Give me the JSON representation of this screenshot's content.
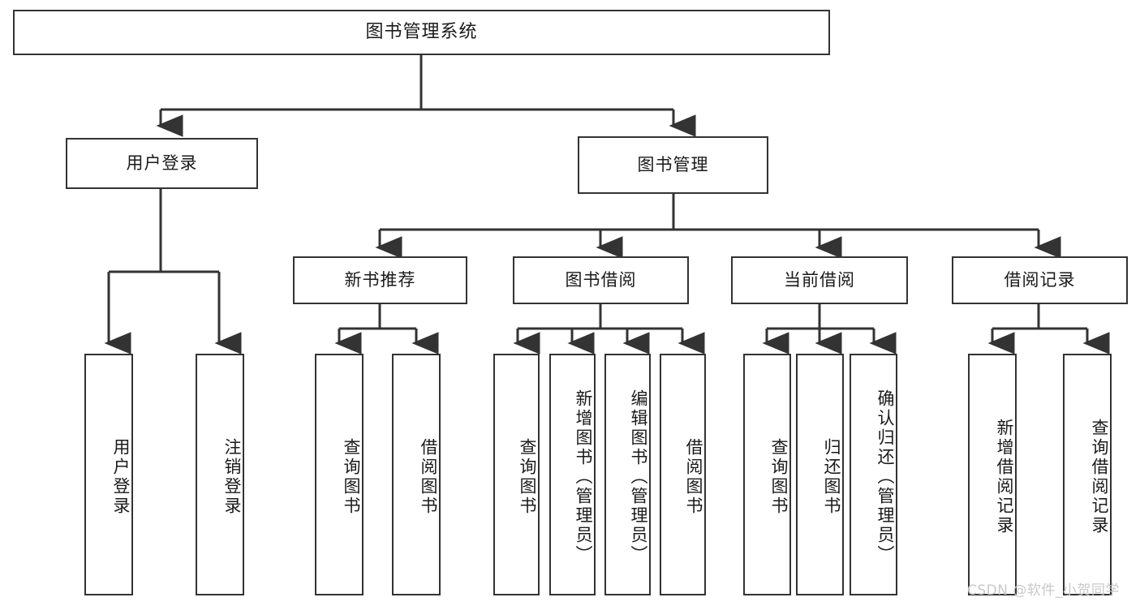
{
  "diagram": {
    "title": "图书管理系统",
    "watermark": "CSDN @软件_小贺同学",
    "colors": {
      "background": "#ffffff",
      "stroke": "#333333",
      "node_fill": "#ffffff",
      "text": "#1a1a1a",
      "watermark": "#c9c9c9"
    }
  },
  "nodes": {
    "root": {
      "label": "图书管理系统"
    },
    "level1": [
      {
        "label": "用户登录"
      },
      {
        "label": "图书管理"
      }
    ],
    "level2": [
      {
        "label": "新书推荐"
      },
      {
        "label": "图书借阅"
      },
      {
        "label": "当前借阅"
      },
      {
        "label": "借阅记录"
      }
    ],
    "leaves": {
      "user_login": [
        {
          "label": "用户登录"
        },
        {
          "label": "注销登录"
        }
      ],
      "new_book_recommend": [
        {
          "label": "查询图书"
        },
        {
          "label": "借阅图书"
        }
      ],
      "book_borrow": [
        {
          "label": "查询图书"
        },
        {
          "label": "新增图书（管理员）"
        },
        {
          "label": "编辑图书（管理员）"
        },
        {
          "label": "借阅图书"
        }
      ],
      "current_borrow": [
        {
          "label": "查询图书"
        },
        {
          "label": "归还图书"
        },
        {
          "label": "确认归还（管理员）"
        }
      ],
      "borrow_record": [
        {
          "label": "新增借阅记录"
        },
        {
          "label": "查询借阅记录"
        }
      ]
    }
  }
}
